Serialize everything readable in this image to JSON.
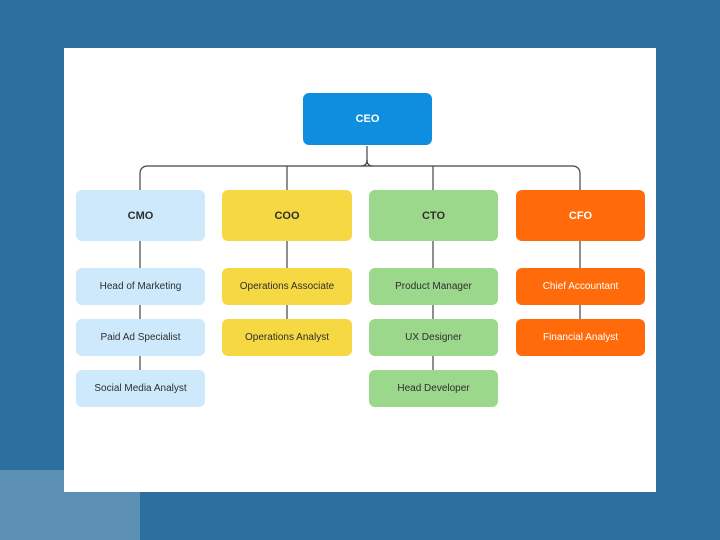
{
  "colors": {
    "background": "#2b6f9f",
    "card": "#ffffff",
    "connector": "#444444",
    "ceo": "#0f8ee0",
    "cmo": "#cde9fb",
    "coo": "#f5d842",
    "cto": "#9bd88b",
    "cfo": "#ff6b0a"
  },
  "org": {
    "ceo": "CEO",
    "departments": [
      {
        "title": "CMO",
        "color": "#cde9fb",
        "text_color": "#2f2f2f",
        "members": [
          "Head of Marketing",
          "Paid Ad Specialist",
          "Social Media Analyst"
        ]
      },
      {
        "title": "COO",
        "color": "#f5d842",
        "text_color": "#2f2f2f",
        "members": [
          "Operations Associate",
          "Operations Analyst"
        ]
      },
      {
        "title": "CTO",
        "color": "#9bd88b",
        "text_color": "#2f2f2f",
        "members": [
          "Product Manager",
          "UX Designer",
          "Head Developer"
        ]
      },
      {
        "title": "CFO",
        "color": "#ff6b0a",
        "text_color": "#ffffff",
        "members": [
          "Chief Accountant",
          "Financial Analyst"
        ]
      }
    ]
  }
}
